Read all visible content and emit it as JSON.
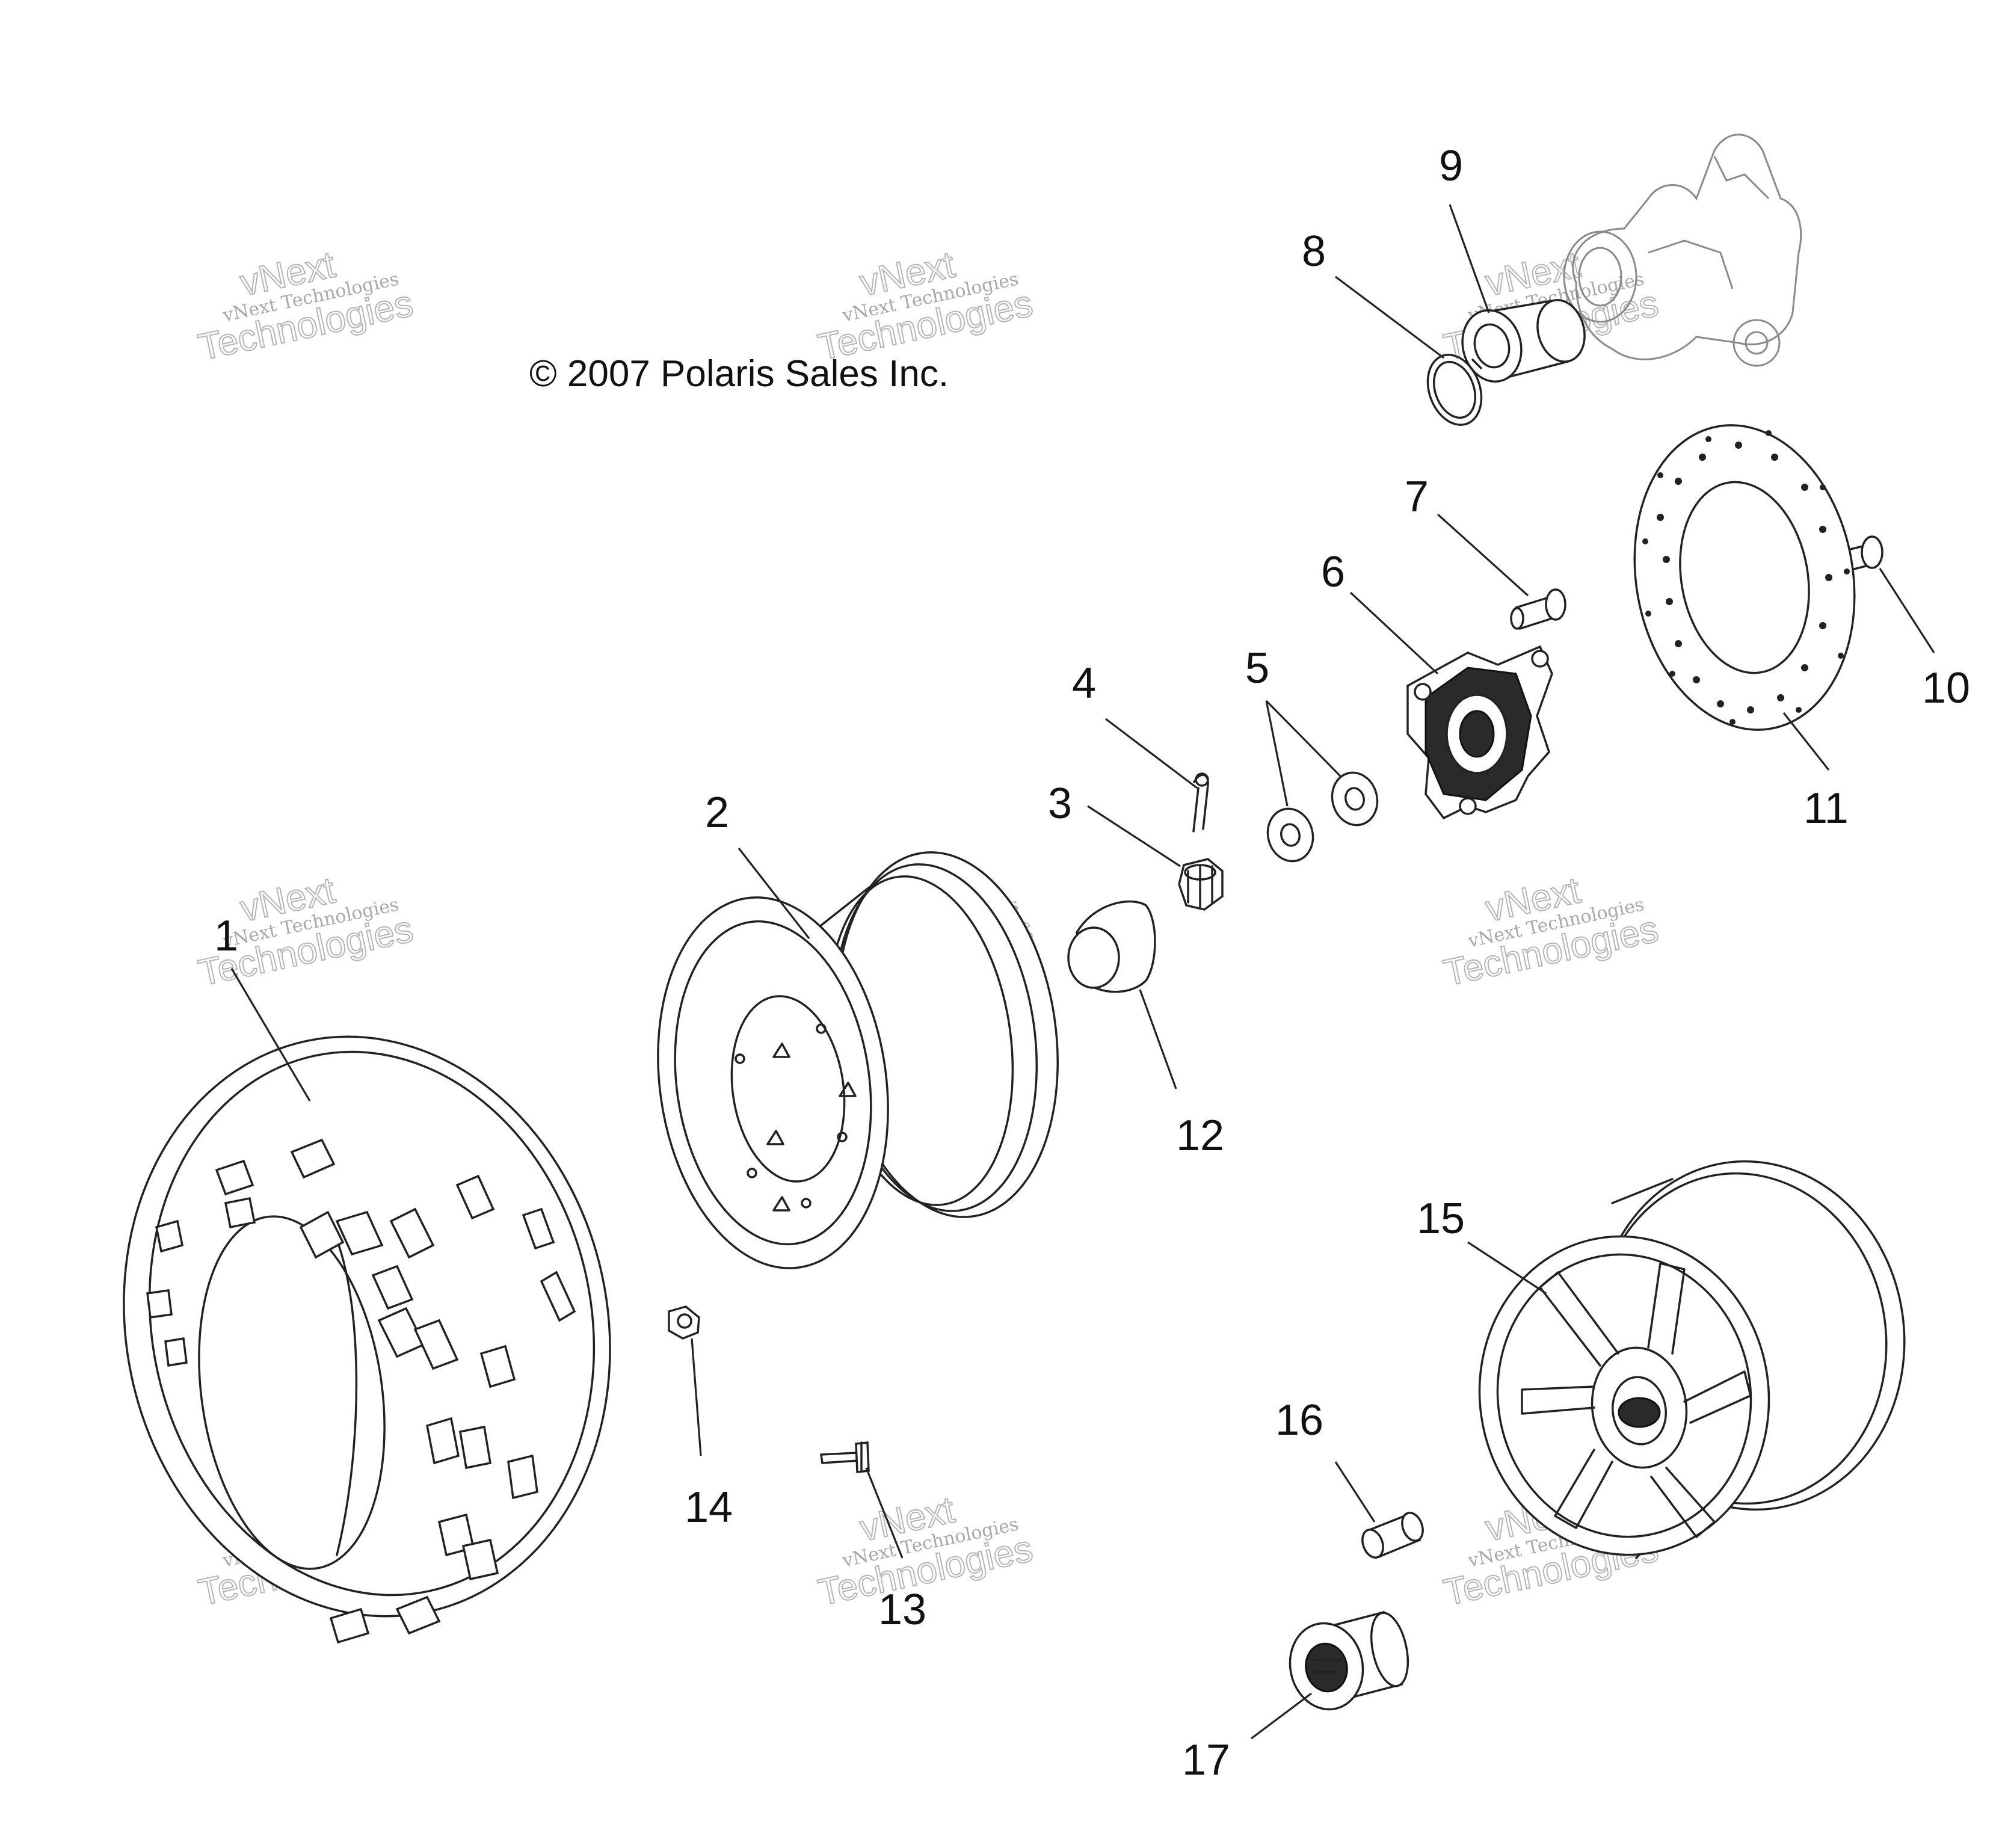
{
  "copyright": "© 2007 Polaris Sales Inc.",
  "watermark": {
    "line1": "vNext",
    "line2": "vNext Technologies",
    "line3": "Technologies"
  },
  "callouts": [
    "1",
    "2",
    "3",
    "4",
    "5",
    "6",
    "7",
    "8",
    "9",
    "10",
    "11",
    "12",
    "13",
    "14",
    "15",
    "16",
    "17"
  ],
  "parts": [
    {
      "callout": "1",
      "item": "tire"
    },
    {
      "callout": "2",
      "item": "steel wheel"
    },
    {
      "callout": "3",
      "item": "castle nut"
    },
    {
      "callout": "4",
      "item": "cotter pin"
    },
    {
      "callout": "5",
      "item": "washers"
    },
    {
      "callout": "6",
      "item": "wheel hub"
    },
    {
      "callout": "7",
      "item": "wheel stud"
    },
    {
      "callout": "8",
      "item": "retaining ring"
    },
    {
      "callout": "9",
      "item": "bearing"
    },
    {
      "callout": "10",
      "item": "bolt"
    },
    {
      "callout": "11",
      "item": "brake disc"
    },
    {
      "callout": "12",
      "item": "hub cap"
    },
    {
      "callout": "13",
      "item": "valve stem"
    },
    {
      "callout": "14",
      "item": "lug nut"
    },
    {
      "callout": "15",
      "item": "aluminum wheel"
    },
    {
      "callout": "16",
      "item": "wheel insert"
    },
    {
      "callout": "17",
      "item": "center cap"
    }
  ]
}
